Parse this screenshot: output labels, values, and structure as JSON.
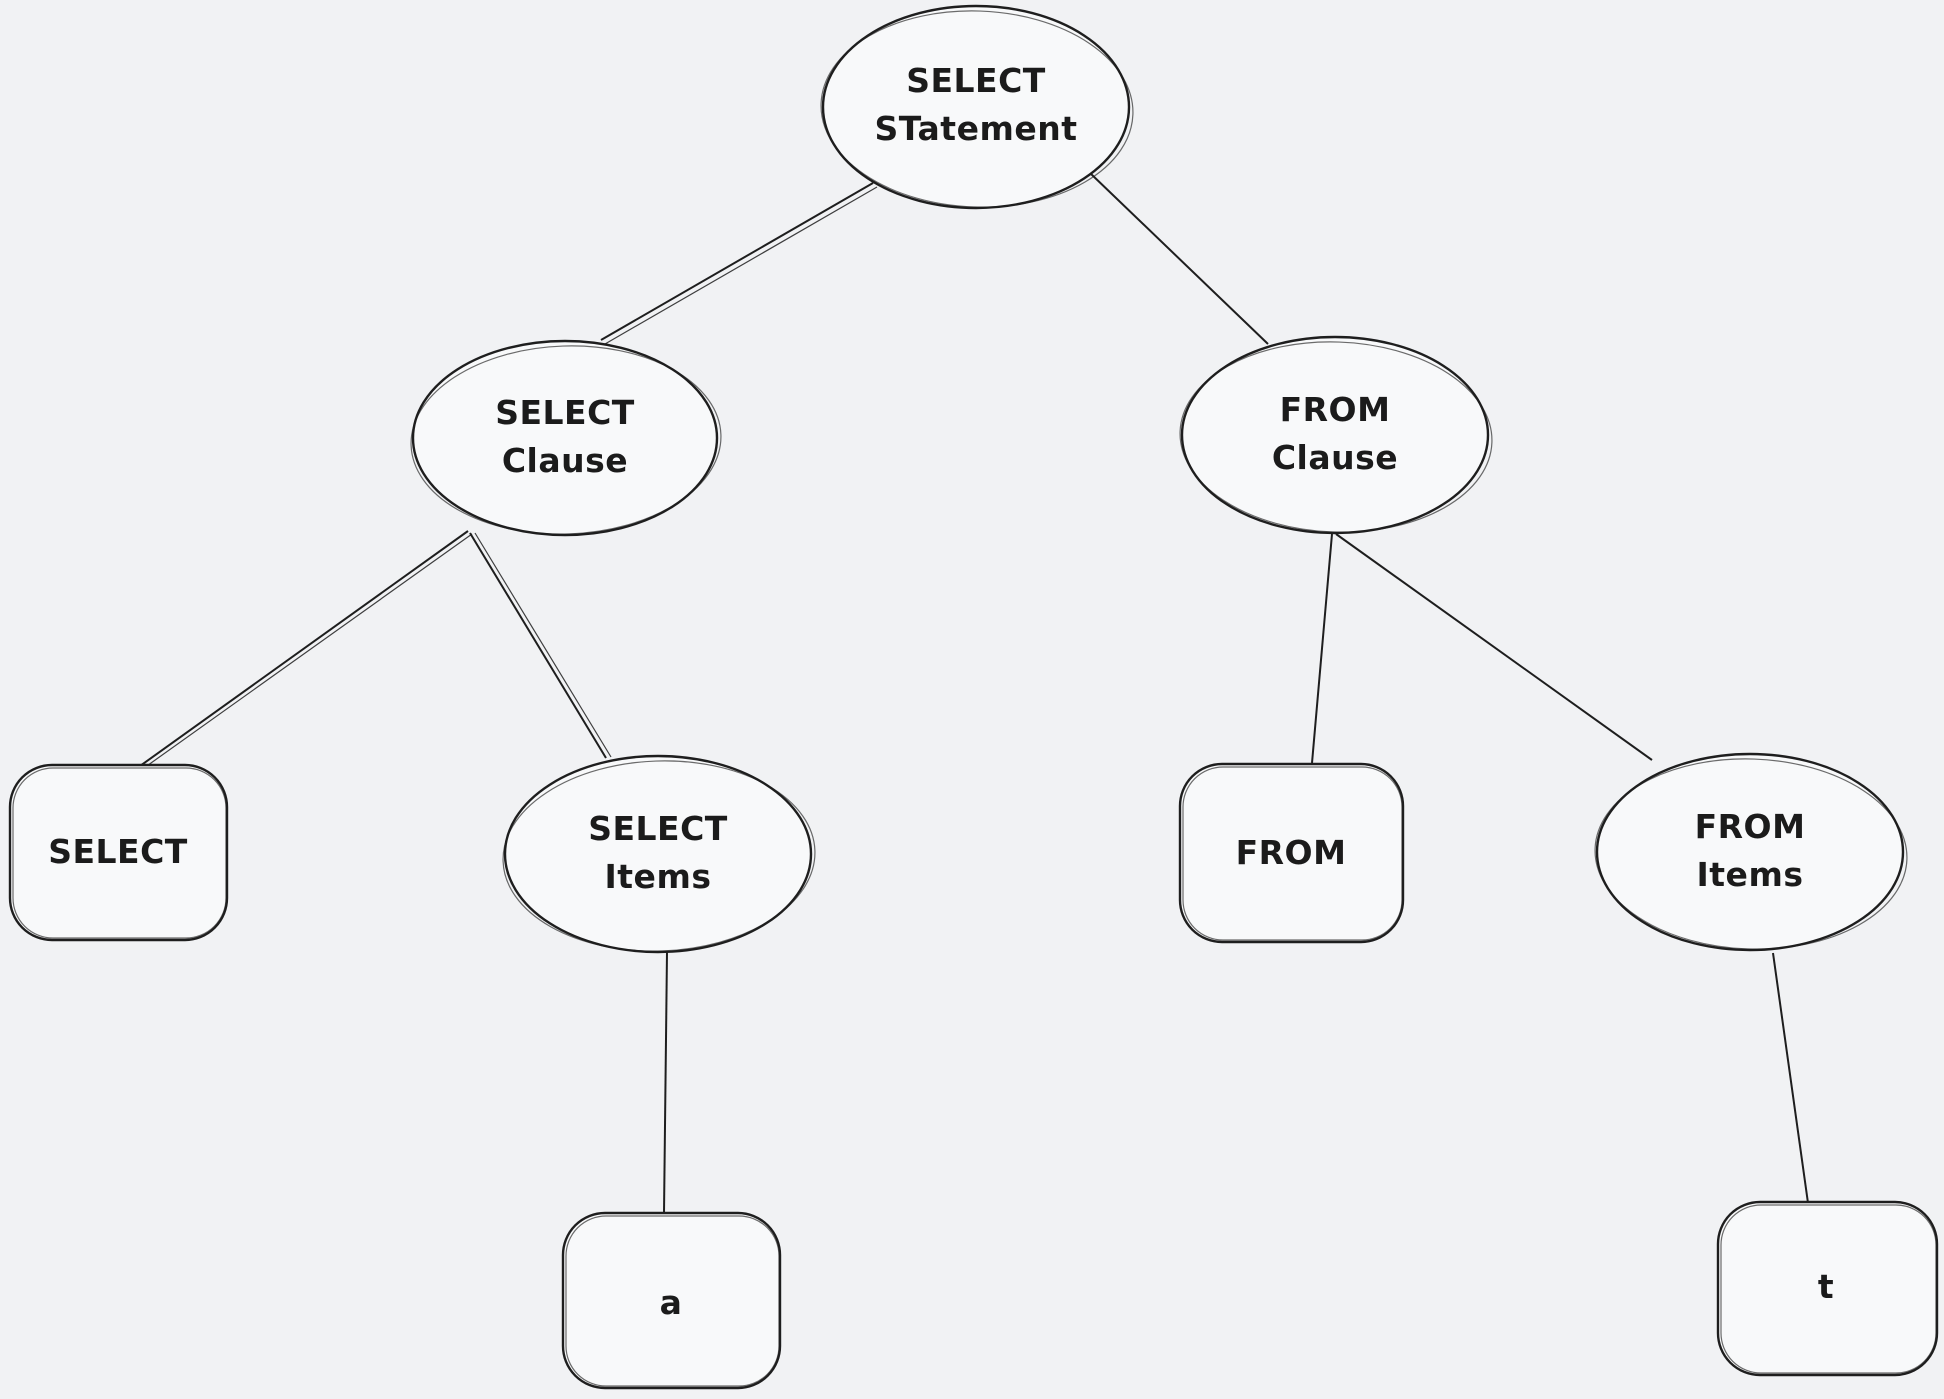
{
  "diagram": {
    "title": "SQL SELECT statement parse tree",
    "colors": {
      "background": "#f1f2f4",
      "stroke": "#1e1e1e",
      "shape_fill": "#f8f9fa",
      "text": "#1b1b1b"
    },
    "nodes": {
      "root": {
        "label": "SELECT\nSTatement",
        "shape": "ellipse"
      },
      "select_clause": {
        "label": "SELECT\nClause",
        "shape": "ellipse"
      },
      "from_clause": {
        "label": "FROM\nClause",
        "shape": "ellipse"
      },
      "select_keyword": {
        "label": "SELECT",
        "shape": "rectangle"
      },
      "select_items": {
        "label": "SELECT\nItems",
        "shape": "ellipse"
      },
      "from_keyword": {
        "label": "FROM",
        "shape": "rectangle"
      },
      "from_items": {
        "label": "FROM\nItems",
        "shape": "ellipse"
      },
      "select_item_a": {
        "label": "a",
        "shape": "rectangle"
      },
      "from_item_t": {
        "label": "t",
        "shape": "rectangle"
      }
    },
    "edges": [
      {
        "from": "root",
        "to": "select_clause"
      },
      {
        "from": "root",
        "to": "from_clause"
      },
      {
        "from": "select_clause",
        "to": "select_keyword"
      },
      {
        "from": "select_clause",
        "to": "select_items"
      },
      {
        "from": "from_clause",
        "to": "from_keyword"
      },
      {
        "from": "from_clause",
        "to": "from_items"
      },
      {
        "from": "select_items",
        "to": "select_item_a"
      },
      {
        "from": "from_items",
        "to": "from_item_t"
      }
    ]
  }
}
